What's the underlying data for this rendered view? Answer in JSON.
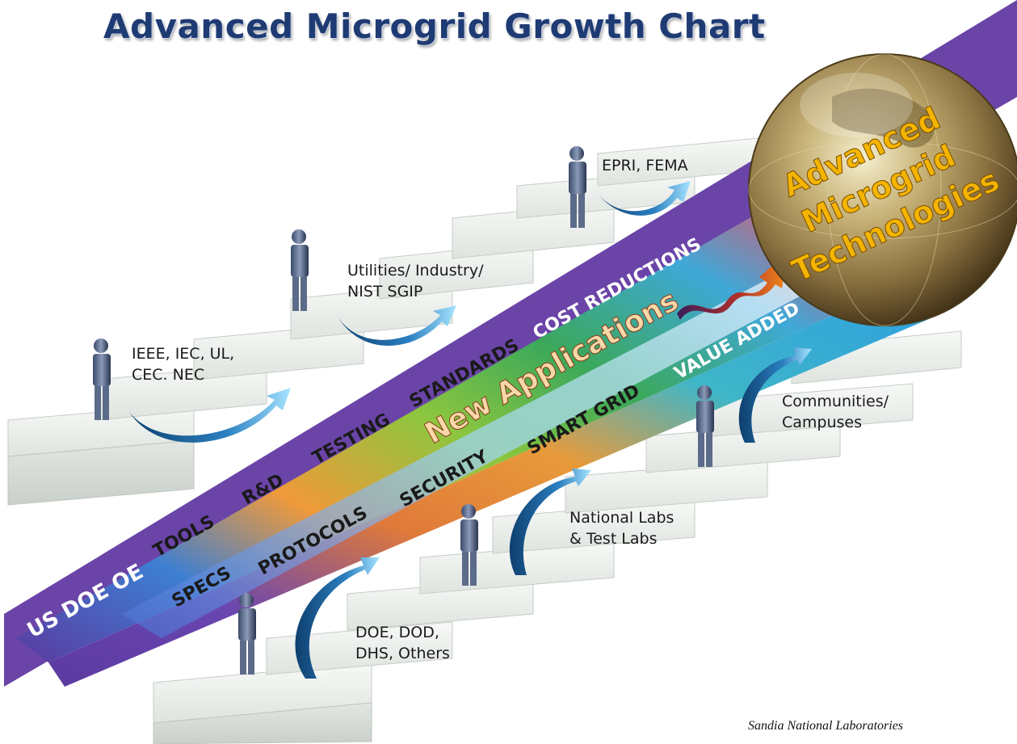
{
  "title": "Advanced Microgrid Growth Chart",
  "globe_lines": [
    "Advanced",
    "Microgrid",
    "Technologies"
  ],
  "beam_upper": [
    "TOOLS",
    "R&D",
    "TESTING",
    "STANDARDS",
    "COST REDUCTIONS"
  ],
  "beam_lower": [
    "SPECS",
    "PROTOCOLS",
    "SECURITY",
    "SMART GRID",
    "VALUE ADDED"
  ],
  "beam_start": "US DOE OE",
  "beam_center": "New Applications",
  "stakeholders_upper": [
    {
      "lines": [
        "IEEE, IEC, UL,",
        "CEC. NEC"
      ]
    },
    {
      "lines": [
        "Utilities/ Industry/",
        "NIST SGIP"
      ]
    },
    {
      "lines": [
        "EPRI, FEMA"
      ]
    }
  ],
  "stakeholders_lower": [
    {
      "lines": [
        "DOE, DOD,",
        "DHS, Others"
      ]
    },
    {
      "lines": [
        "National Labs",
        "& Test Labs"
      ]
    },
    {
      "lines": [
        "Communities/",
        "Campuses"
      ]
    }
  ],
  "credit": "Sandia National Laboratories",
  "colors": {
    "title": "#1f3b73",
    "beam_purple": "#6a3fa8",
    "beam_blue": "#2a7fd0",
    "beam_green": "#4bb34a",
    "beam_orange": "#f08a2c",
    "beam_red": "#e44a4a",
    "globe_text": "#f4b400"
  }
}
